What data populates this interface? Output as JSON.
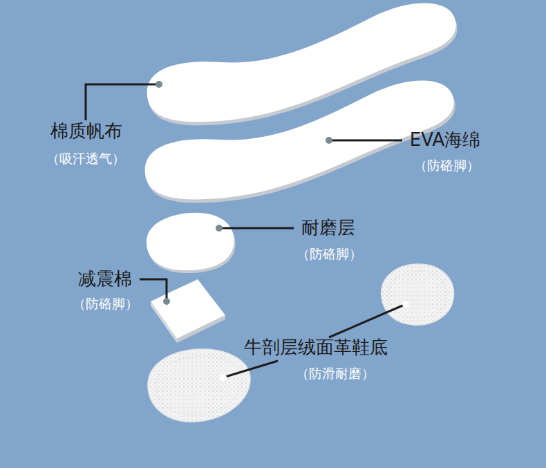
{
  "diagram": {
    "labels": [
      "棉质帆布",
      "（吸汗透气）",
      "EVA海绵",
      "（防硌脚）",
      "耐磨层",
      "（防硌脚）",
      "减震棉",
      "（防硌脚）",
      "牛剖层绒面革鞋底",
      "（防滑耐磨）"
    ]
  }
}
